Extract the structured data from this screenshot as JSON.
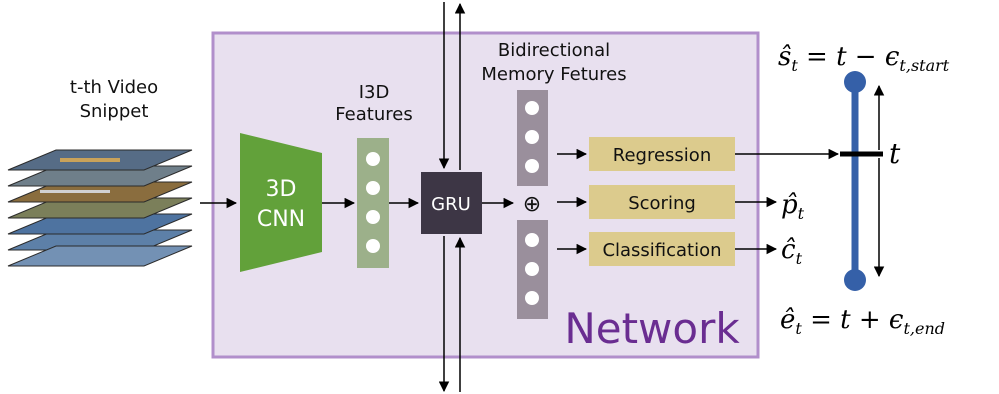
{
  "input": {
    "label_line1": "t-th Video",
    "label_line2": "Snippet"
  },
  "network": {
    "label": "Network",
    "cnn": {
      "line1": "3D",
      "line2": "CNN"
    },
    "i3d_label": {
      "line1": "I3D",
      "line2": "Features"
    },
    "gru_label": "GRU",
    "memory_label": {
      "line1": "Bidirectional",
      "line2": "Memory Fetures"
    },
    "concat_symbol": "⊕",
    "heads": [
      {
        "label": "Regression"
      },
      {
        "label": "Scoring"
      },
      {
        "label": "Classification"
      }
    ]
  },
  "outputs": {
    "p_hat": "p̂",
    "p_sub": "t",
    "c_hat": "ĉ",
    "c_sub": "t"
  },
  "timeline": {
    "start_eq": "ŝ",
    "start_sub": "t",
    "start_rest": " = t − ϵ",
    "start_rest_sub": "t,start",
    "end_eq": "ê",
    "end_sub": "t",
    "end_rest": " = t + ϵ",
    "end_rest_sub": "t,end",
    "t_label": "t"
  },
  "colors": {
    "network_fill": "#e8e0ef",
    "network_border": "#b18fcb",
    "network_text": "#6a2d91",
    "cnn": "#62a13a",
    "feature_col": "#9cb08a",
    "gru": "#3d3645",
    "memory_col": "#9a8f9c",
    "head_box": "#dccb8d",
    "timeline": "#3560a8"
  }
}
